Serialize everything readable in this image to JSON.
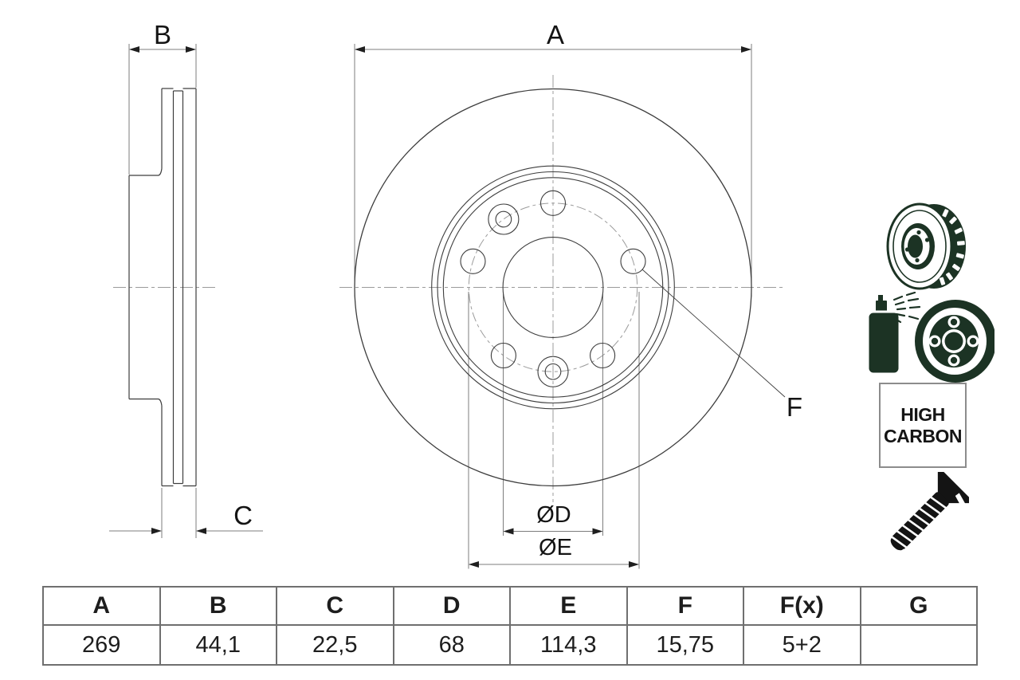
{
  "drawing": {
    "labels": {
      "a": "A",
      "b": "B",
      "c": "C",
      "f": "F",
      "diameter_d": "ØD",
      "diameter_e": "ØE"
    }
  },
  "high_carbon": {
    "line1": "HIGH",
    "line2": "CARBON"
  },
  "spec_table": {
    "headers": [
      "A",
      "B",
      "C",
      "D",
      "E",
      "F",
      "F(x)",
      "G"
    ],
    "values": [
      "269",
      "44,1",
      "22,5",
      "68",
      "114,3",
      "15,75",
      "5+2",
      ""
    ]
  },
  "colors": {
    "background": "#ffffff",
    "drawing_line": "#3d3d3d",
    "dimension_line": "#7d7d7d",
    "centerline": "#9b9b9b",
    "arrow": "#1f1f1f",
    "label_text": "#141414",
    "table_border": "#6f6f6f",
    "icon_green": "#1c3324",
    "icon_black": "#141414",
    "badge_border": "#8c8c8c"
  }
}
